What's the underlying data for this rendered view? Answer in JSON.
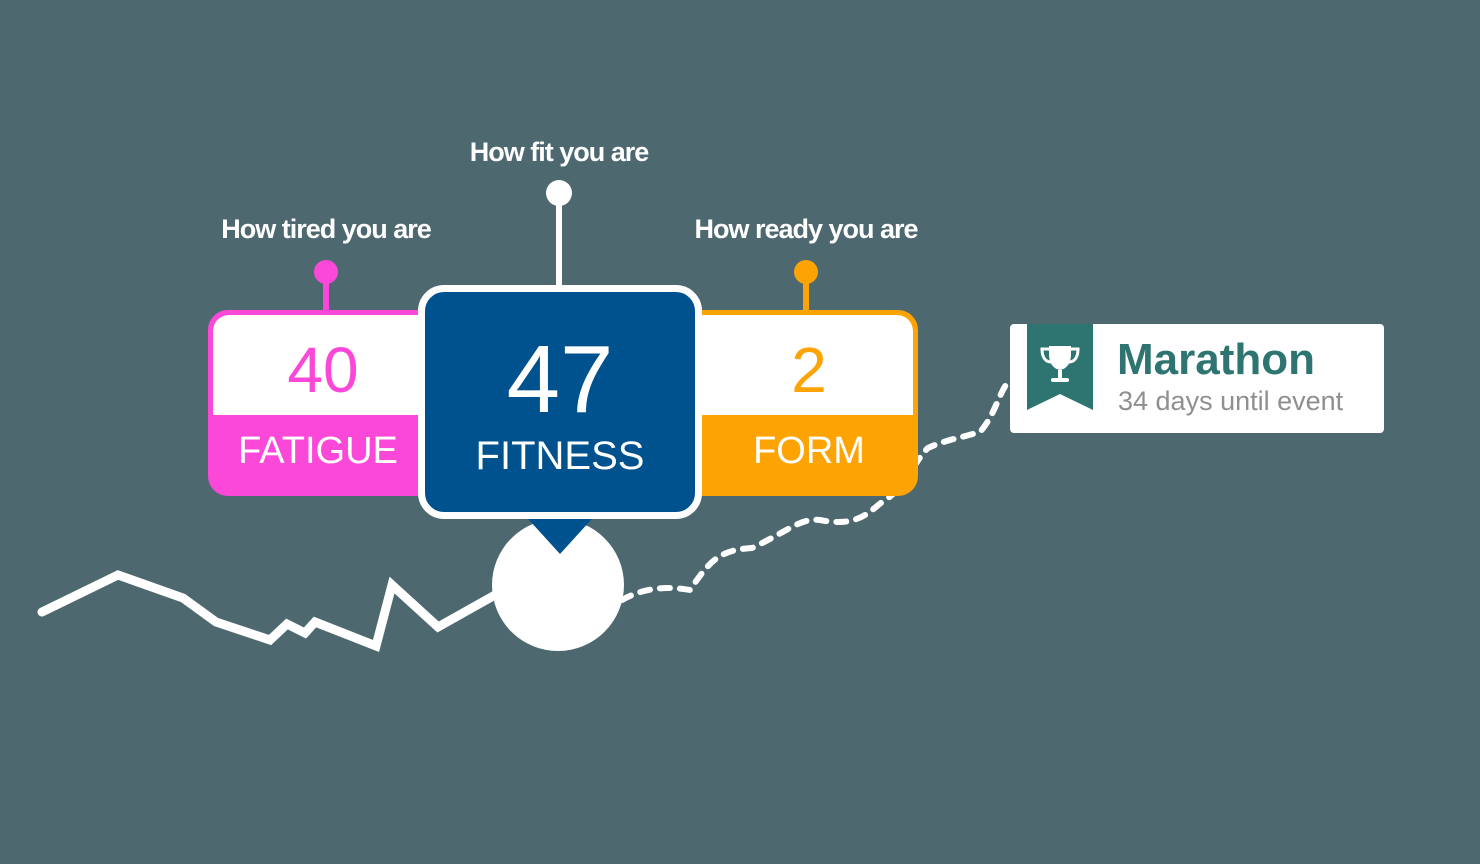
{
  "captions": {
    "fatigue": "How tired you are",
    "fitness": "How fit you are",
    "form": "How ready you are"
  },
  "metrics": {
    "fatigue": {
      "value": "40",
      "label": "FATIGUE",
      "color": "#fc48d9"
    },
    "fitness": {
      "value": "47",
      "label": "FITNESS",
      "color": "#00528f"
    },
    "form": {
      "value": "2",
      "label": "FORM",
      "color": "#fea304"
    }
  },
  "event": {
    "icon": "trophy-icon",
    "title": "Marathon",
    "subtitle": "34 days until event",
    "accent": "#2e7470"
  },
  "colors": {
    "background": "#4e6870",
    "line": "#ffffff"
  }
}
